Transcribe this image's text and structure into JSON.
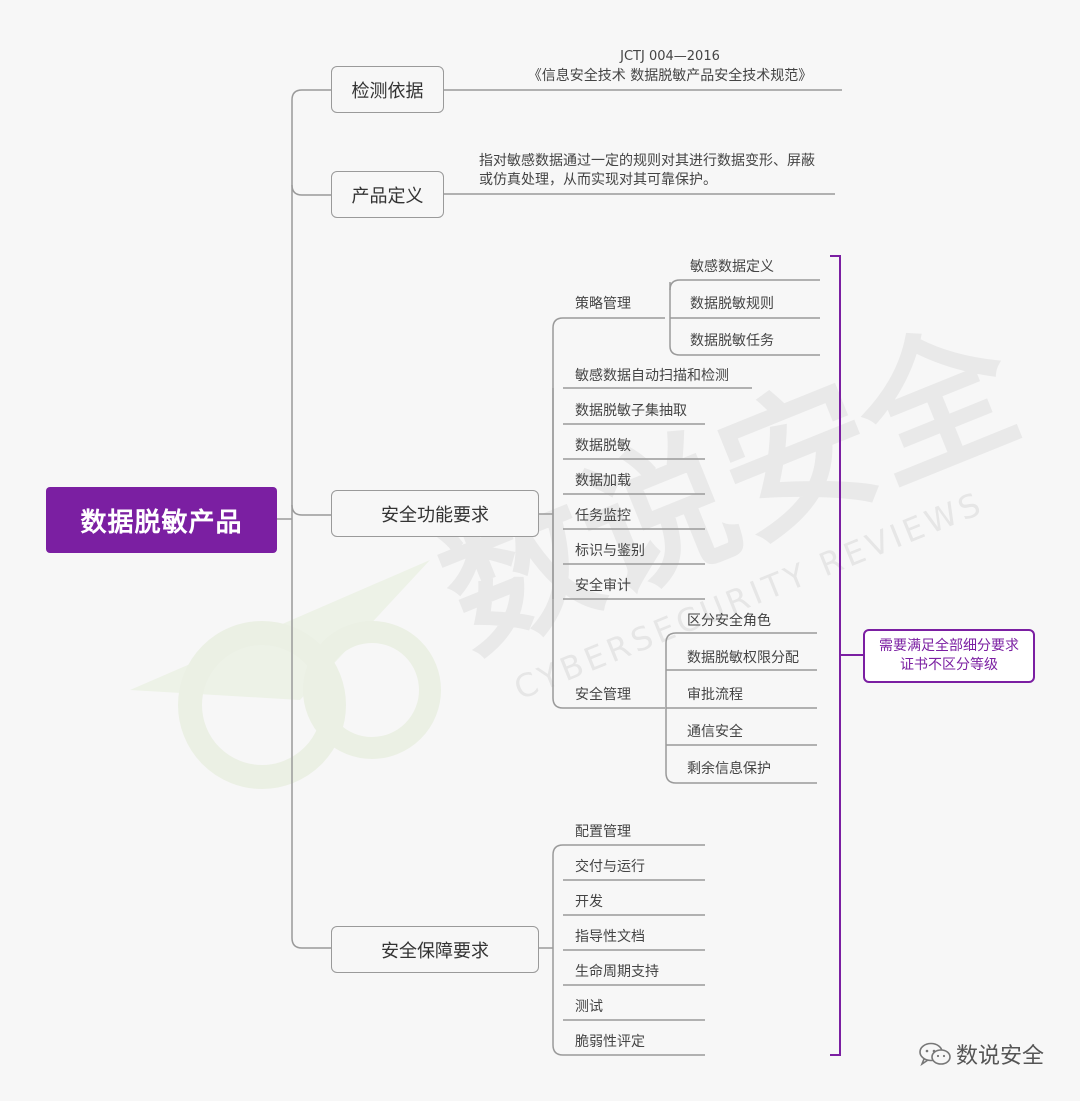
{
  "root": {
    "label": "数据脱敏产品"
  },
  "basis": {
    "label": "检测依据",
    "standard_code": "JCTJ 004—2016",
    "standard_name": "《信息安全技术 数据脱敏产品安全技术规范》"
  },
  "definition": {
    "label": "产品定义",
    "line1": "指对敏感数据通过一定的规则对其进行数据变形、屏蔽",
    "line2": "或仿真处理，从而实现对其可靠保护。"
  },
  "functional": {
    "label": "安全功能要求",
    "policy": {
      "label": "策略管理",
      "items": [
        "敏感数据定义",
        "数据脱敏规则",
        "数据脱敏任务"
      ]
    },
    "items": [
      "敏感数据自动扫描和检测",
      "数据脱敏子集抽取",
      "数据脱敏",
      "数据加载",
      "任务监控",
      "标识与鉴别",
      "安全审计"
    ],
    "security": {
      "label": "安全管理",
      "items": [
        "区分安全角色",
        "数据脱敏权限分配",
        "审批流程",
        "通信安全",
        "剩余信息保护"
      ]
    }
  },
  "assurance": {
    "label": "安全保障要求",
    "items": [
      "配置管理",
      "交付与运行",
      "开发",
      "指导性文档",
      "生命周期支持",
      "测试",
      "脆弱性评定"
    ]
  },
  "note": {
    "line1": "需要满足全部细分要求",
    "line2": "证书不区分等级"
  },
  "brand": {
    "name": "数说安全",
    "icon": "wechat-icon"
  },
  "watermark": {
    "title": "数说安全",
    "subtitle": "CYBERSECURITY REVIEWS"
  },
  "colors": {
    "accent": "#7b1fa2",
    "line": "#9a9a9a",
    "background": "#f7f7f7",
    "watermark": "#dfe9d2"
  }
}
